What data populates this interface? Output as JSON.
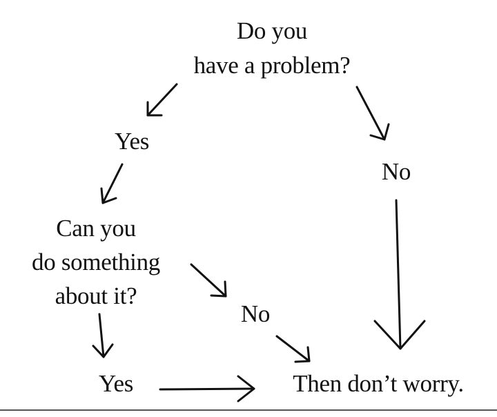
{
  "nodes": {
    "question_1": [
      "Do you",
      "have a problem?"
    ],
    "yes_1": "Yes",
    "no_1": "No",
    "question_2": [
      "Can you",
      "do something",
      "about it?"
    ],
    "no_2": "No",
    "yes_2": "Yes",
    "result": "Then don’t worry."
  },
  "colors": {
    "ink": "#111111",
    "background": "#ffffff"
  }
}
